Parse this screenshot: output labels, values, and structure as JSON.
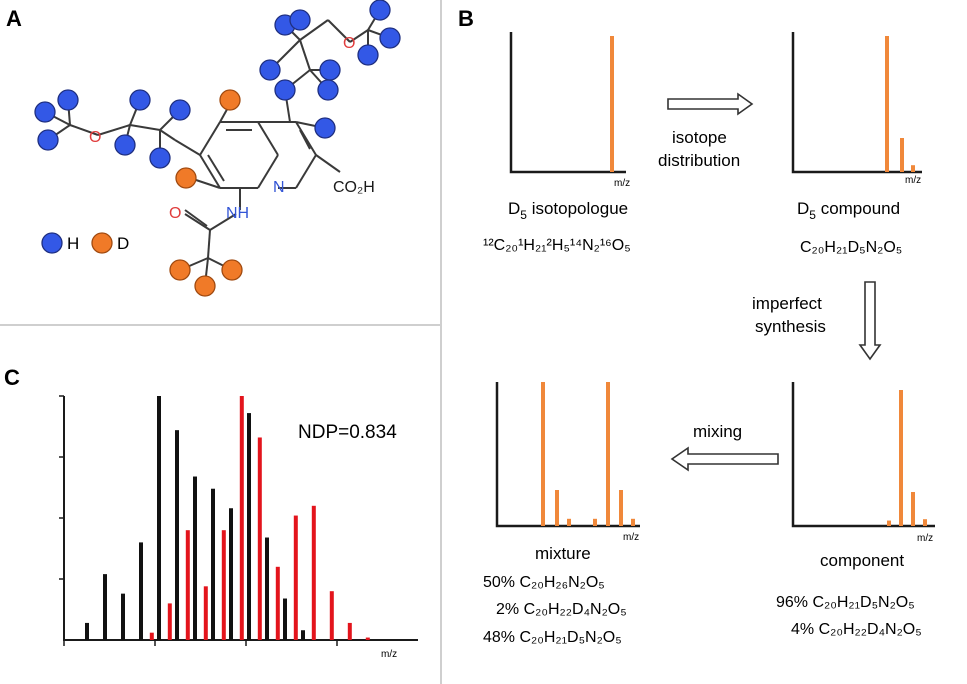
{
  "panels": {
    "A": {
      "label": "A",
      "atom_labels": {
        "O_left": "O",
        "O_top": "O",
        "N_ring": "N",
        "acid": "CO₂H",
        "nh": "NH",
        "O_amide": "O"
      },
      "legend": [
        {
          "symbol": "H",
          "color": "#3358e6"
        },
        {
          "symbol": "D",
          "color": "#f07a28"
        }
      ]
    },
    "B": {
      "label": "B",
      "axis_unit": "m/z",
      "spectra": {
        "isotopologue": {
          "title_main": "D",
          "title_sub": "5",
          "title_rest": " isotopologue",
          "peaks": [
            1.0
          ]
        },
        "compound": {
          "title_main": "D",
          "title_sub": "5",
          "title_rest": " compound",
          "peaks": [
            1.0,
            0.25,
            0.05
          ]
        },
        "component": {
          "title": "component",
          "peaks": [
            0.04,
            1.0,
            0.25,
            0.05
          ]
        },
        "mixture": {
          "title": "mixture",
          "peaks": [
            1.0,
            0.25,
            0.05,
            0.05,
            1.0,
            0.25,
            0.05
          ]
        }
      },
      "formulas": {
        "isotopologue": "¹²C₂₀¹H₂₁²H₅¹⁴N₂¹⁶O₅",
        "compound": "C₂₀H₂₁D₅N₂O₅",
        "component_lines": [
          "96% C₂₀H₂₁D₅N₂O₅",
          "4% C₂₀H₂₂D₄N₂O₅"
        ],
        "mixture_lines": [
          "50% C₂₀H₂₆N₂O₅",
          "2% C₂₀H₂₂D₄N₂O₅",
          "48% C₂₀H₂₁D₅N₂O₅"
        ]
      },
      "arrows": {
        "isotope": [
          "isotope",
          "distribution"
        ],
        "synthesis": [
          "imperfect",
          "synthesis"
        ],
        "mixing": "mixing"
      },
      "peak_color": "#f0883a"
    },
    "C": {
      "label": "C",
      "ndp": "NDP=0.834",
      "axis_unit": "m/z"
    }
  },
  "chart_data": {
    "type": "bar",
    "title": "",
    "xlabel": "m/z",
    "ylabel": "",
    "ylim": [
      0,
      1
    ],
    "annotation": "NDP=0.834",
    "series": [
      {
        "color": "#111111",
        "x": [
          1,
          2,
          3,
          4,
          5,
          6,
          7,
          8,
          9,
          10,
          11,
          12,
          13
        ],
        "values": [
          0.07,
          0.27,
          0.19,
          0.4,
          1.0,
          0.86,
          0.67,
          0.62,
          0.54,
          0.93,
          0.42,
          0.17,
          0.04
        ]
      },
      {
        "color": "#e3141c",
        "x": [
          4.6,
          5.6,
          6.6,
          7.6,
          8.6,
          9.6,
          10.6,
          11.6,
          12.6,
          13.6,
          14.6,
          15.6,
          16.6
        ],
        "values": [
          0.03,
          0.15,
          0.45,
          0.22,
          0.45,
          1.0,
          0.83,
          0.3,
          0.51,
          0.55,
          0.2,
          0.07,
          0.01
        ]
      }
    ]
  }
}
